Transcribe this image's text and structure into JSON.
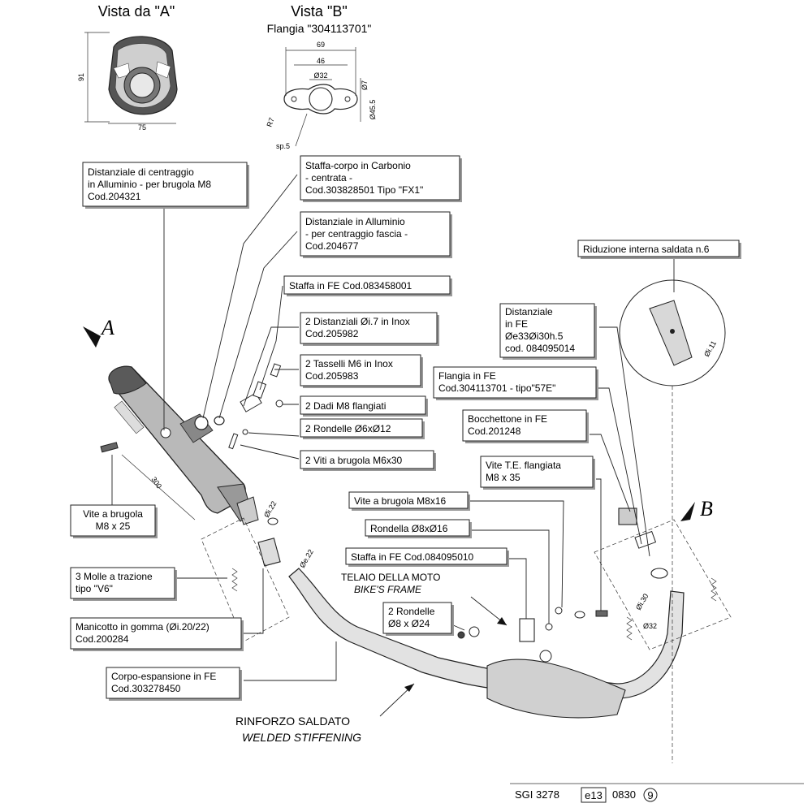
{
  "view_a": {
    "title": "Vista da \"A\"",
    "dim_height": "91",
    "dim_width": "75"
  },
  "view_b": {
    "title": "Vista \"B\"",
    "subtitle": "Flangia \"304113701\"",
    "dims": {
      "d69": "69",
      "d46": "46",
      "d32": "Ø32",
      "d7": "Ø7",
      "d45": "Ø45.5",
      "r7": "R7",
      "sp": "sp.5"
    }
  },
  "view_markers": {
    "a": "A",
    "b": "B"
  },
  "dimensions": {
    "len300": "300",
    "di22": "Øi.22",
    "de22": "Øe.22",
    "di30": "Øi.30",
    "d32": "Ø32",
    "di11": "Øi.11"
  },
  "labels": {
    "distanziale_centraggio": [
      "Distanziale di centraggio",
      "in Alluminio - per brugola M8",
      "Cod.204321"
    ],
    "staffa_carbonio": [
      "Staffa-corpo in Carbonio",
      "- centrata -",
      "Cod.303828501  Tipo \"FX1\""
    ],
    "distanziale_alluminio": [
      "Distanziale in Alluminio",
      "- per centraggio fascia -",
      "Cod.204677"
    ],
    "staffa_fe_1": [
      "Staffa in FE  Cod.083458001"
    ],
    "distanziali_inox": [
      "2 Distanziali Øi.7 in Inox",
      "Cod.205982"
    ],
    "tasselli": [
      "2 Tasselli M6 in Inox",
      "Cod.205983"
    ],
    "dadi": [
      "2 Dadi M8 flangiati"
    ],
    "rondelle_6": [
      "2 Rondelle Ø6xØ12"
    ],
    "viti_m6": [
      "2 Viti a brugola M6x30"
    ],
    "vite_m8_25": [
      "Vite a brugola",
      "M8 x 25"
    ],
    "molle": [
      "3 Molle a trazione",
      "tipo \"V6\""
    ],
    "manicotto": [
      "Manicotto in gomma (Øi.20/22)",
      "Cod.200284"
    ],
    "corpo_espansione": [
      "Corpo-espansione in FE",
      "Cod.303278450"
    ],
    "riduzione": [
      "Riduzione interna saldata n.6"
    ],
    "distanziale_fe": [
      "Distanziale",
      "in FE",
      "Øe33Øi30h.5",
      "cod. 084095014"
    ],
    "flangia_fe": [
      "Flangia in FE",
      "Cod.304113701 - tipo\"57E\""
    ],
    "bocchettone": [
      "Bocchettone in FE",
      "Cod.201248"
    ],
    "vite_te": [
      "Vite T.E. flangiata",
      "M8 x 35"
    ],
    "vite_m8_16": [
      "Vite a brugola M8x16"
    ],
    "rondella_8_16": [
      "Rondella Ø8xØ16"
    ],
    "staffa_fe_2": [
      "Staffa in FE  Cod.084095010"
    ],
    "rondelle_8_24": [
      "2 Rondelle",
      "Ø8 x Ø24"
    ]
  },
  "frame_label": {
    "line1": "TELAIO DELLA MOTO",
    "line2": "BIKE'S FRAME"
  },
  "stiffening_label": {
    "line1": "RINFORZO SALDATO",
    "line2": "WELDED STIFFENING"
  },
  "approval_stamp": {
    "code": "SGI 3278",
    "mark": "e13",
    "number": "0830",
    "circle": "9"
  }
}
